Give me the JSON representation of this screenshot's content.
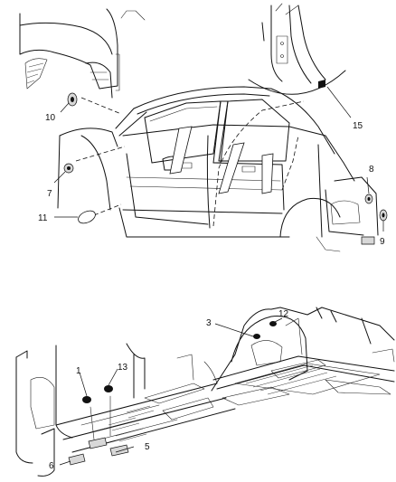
{
  "callouts": {
    "c1": "1",
    "c3": "3",
    "c5": "5",
    "c6": "6",
    "c7": "7",
    "c8": "8",
    "c9": "9",
    "c10": "10",
    "c11": "11",
    "c12": "12",
    "c13": "13",
    "c15": "15"
  }
}
